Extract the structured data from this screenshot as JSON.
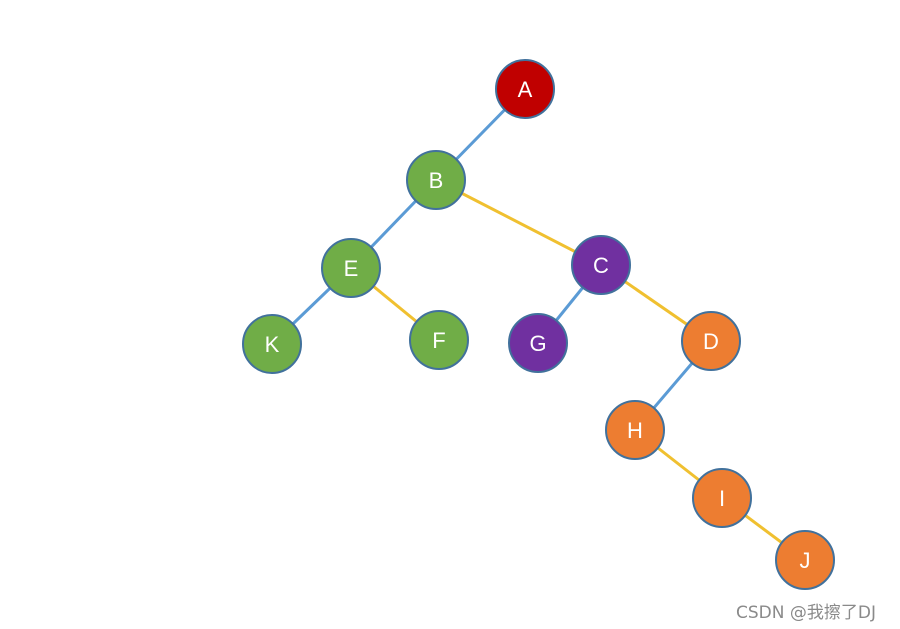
{
  "colors": {
    "root": "#c00000",
    "green": "#70ad47",
    "purple": "#7030a0",
    "orange": "#ed7d31",
    "left_edge": "#5b9bd5",
    "right_edge": "#f0c030",
    "node_stroke": "#41719c"
  },
  "nodes": [
    {
      "id": "A",
      "label": "A",
      "group": "root"
    },
    {
      "id": "B",
      "label": "B",
      "group": "green"
    },
    {
      "id": "E",
      "label": "E",
      "group": "green"
    },
    {
      "id": "K",
      "label": "K",
      "group": "green"
    },
    {
      "id": "F",
      "label": "F",
      "group": "green"
    },
    {
      "id": "C",
      "label": "C",
      "group": "purple"
    },
    {
      "id": "G",
      "label": "G",
      "group": "purple"
    },
    {
      "id": "D",
      "label": "D",
      "group": "orange"
    },
    {
      "id": "H",
      "label": "H",
      "group": "orange"
    },
    {
      "id": "I",
      "label": "I",
      "group": "orange"
    },
    {
      "id": "J",
      "label": "J",
      "group": "orange"
    }
  ],
  "edges": [
    {
      "from": "A",
      "to": "B",
      "kind": "left"
    },
    {
      "from": "B",
      "to": "E",
      "kind": "left"
    },
    {
      "from": "B",
      "to": "C",
      "kind": "right"
    },
    {
      "from": "E",
      "to": "K",
      "kind": "left"
    },
    {
      "from": "E",
      "to": "F",
      "kind": "right"
    },
    {
      "from": "C",
      "to": "G",
      "kind": "left"
    },
    {
      "from": "C",
      "to": "D",
      "kind": "right"
    },
    {
      "from": "D",
      "to": "H",
      "kind": "left"
    },
    {
      "from": "H",
      "to": "I",
      "kind": "right"
    },
    {
      "from": "I",
      "to": "J",
      "kind": "right"
    }
  ],
  "watermark": "CSDN @我擦了DJ"
}
